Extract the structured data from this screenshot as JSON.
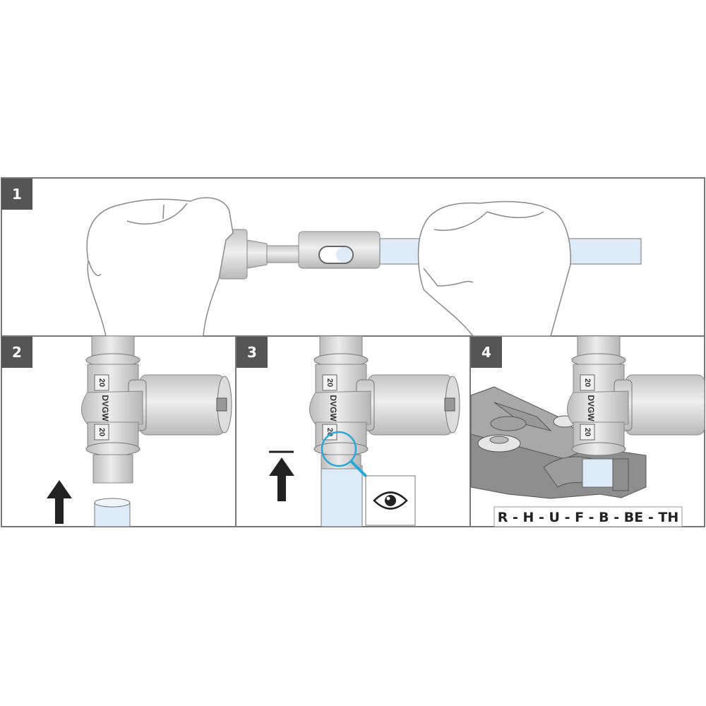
{
  "steps": [
    {
      "number": "1"
    },
    {
      "number": "2"
    },
    {
      "number": "3"
    },
    {
      "number": "4"
    }
  ],
  "fitting": {
    "size_label": "20",
    "brand_mark": "DVGW"
  },
  "press_profiles": "R - H - U - F - B - BE - TH",
  "colors": {
    "badge": "#555555",
    "pipe_blue": "#dcebf7",
    "highlight_blue": "#2aa6d8",
    "metal": "#d6d6d6",
    "outline": "#777777"
  }
}
